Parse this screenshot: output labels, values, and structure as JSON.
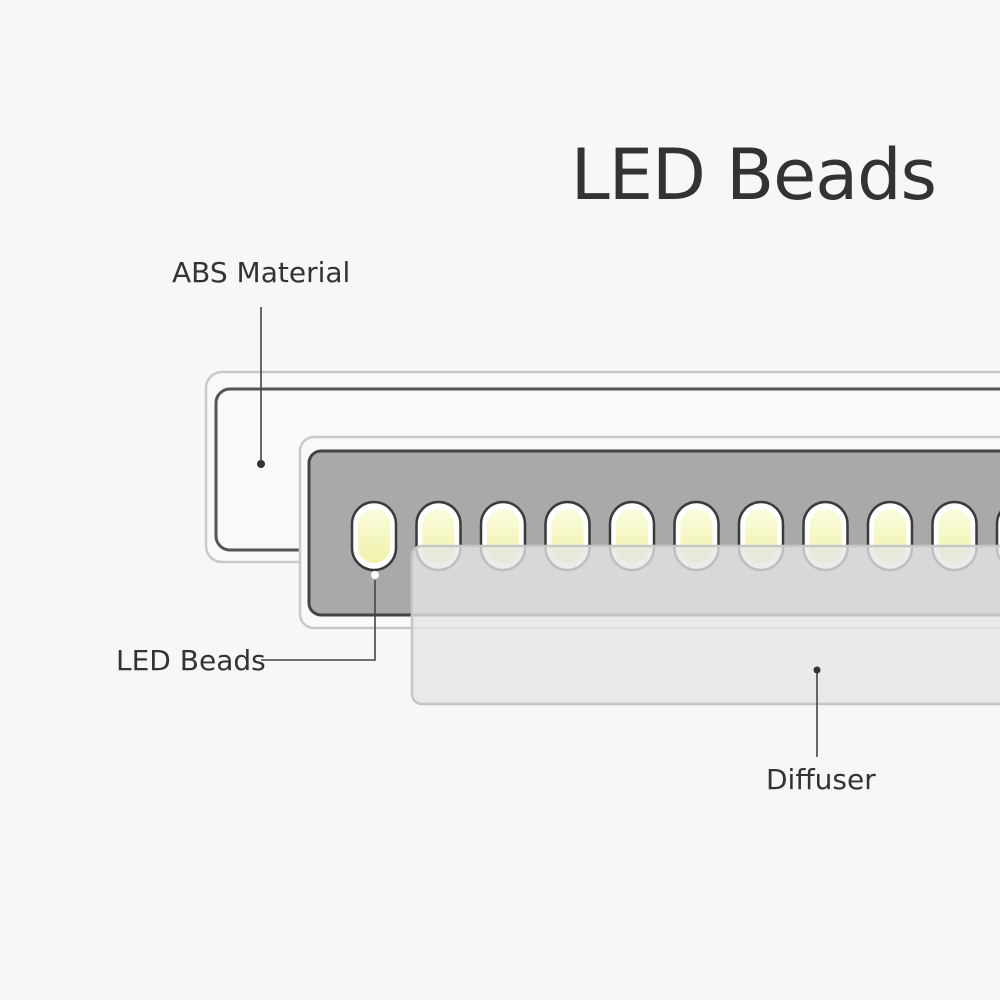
{
  "title": "LED Beads",
  "labels": {
    "abs_material": "ABS Material",
    "led_beads": "LED Beads",
    "diffuser": "Diffuser"
  },
  "colors": {
    "background": "#f7f7f7",
    "housing_outline": "#c9c9c9",
    "housing_stroke": "#555555",
    "tray_fill": "#a9a9a9",
    "bead_fill": "#f4f6b8",
    "diffuser_fill": "#e6e6e6",
    "text": "#333333"
  },
  "diagram": {
    "visible_led_bead_count": 11
  }
}
